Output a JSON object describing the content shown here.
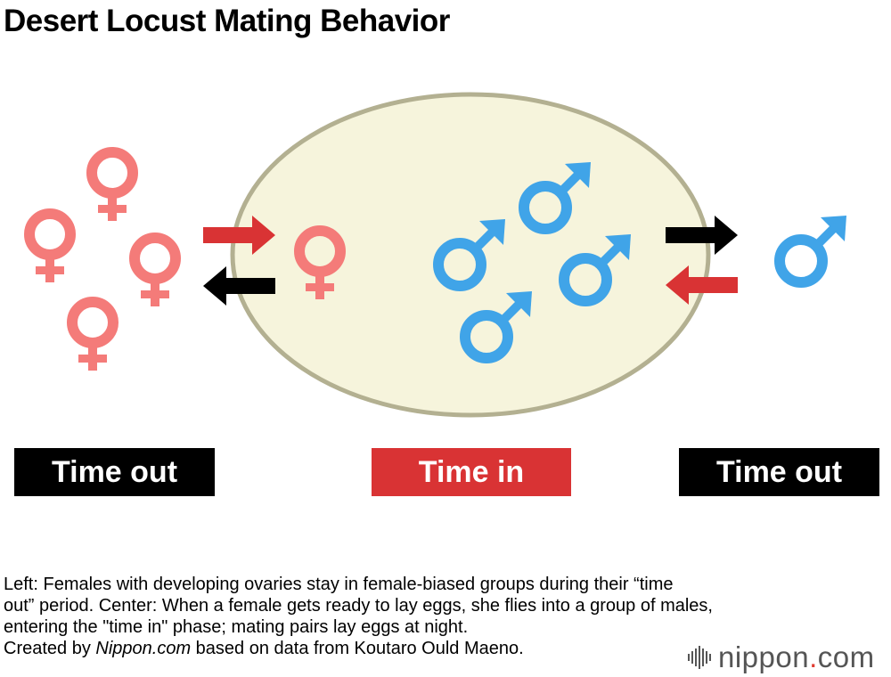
{
  "title": "Desert Locust Mating Behavior",
  "labels": {
    "left": "Time out",
    "center": "Time in",
    "right": "Time out"
  },
  "caption": {
    "line1": "Left: Females with developing ovaries stay in female-biased groups during their “time",
    "line2": "out” period. Center: When a female gets ready to lay eggs, she flies into a group of males,",
    "line3": "entering the \"time in\" phase; mating pairs lay eggs at night.",
    "credit_prefix": "Created by ",
    "credit_source": "Nippon.com",
    "credit_suffix": " based on data from Koutaro Ould Maeno."
  },
  "logo": {
    "name": "nippon",
    "dot": ".",
    "tld": "com"
  },
  "colors": {
    "female": "#f47b79",
    "male": "#40a4e8",
    "arrow_red": "#d93334",
    "arrow_black": "#000000",
    "ellipse_fill": "#f6f4dc",
    "ellipse_stroke": "#b3b091",
    "box_black": "#000000",
    "box_red": "#d93334"
  },
  "icons": {
    "female": "female-symbol-icon",
    "male": "male-symbol-icon",
    "arrow_right": "arrow-right-icon",
    "arrow_left": "arrow-left-icon"
  }
}
